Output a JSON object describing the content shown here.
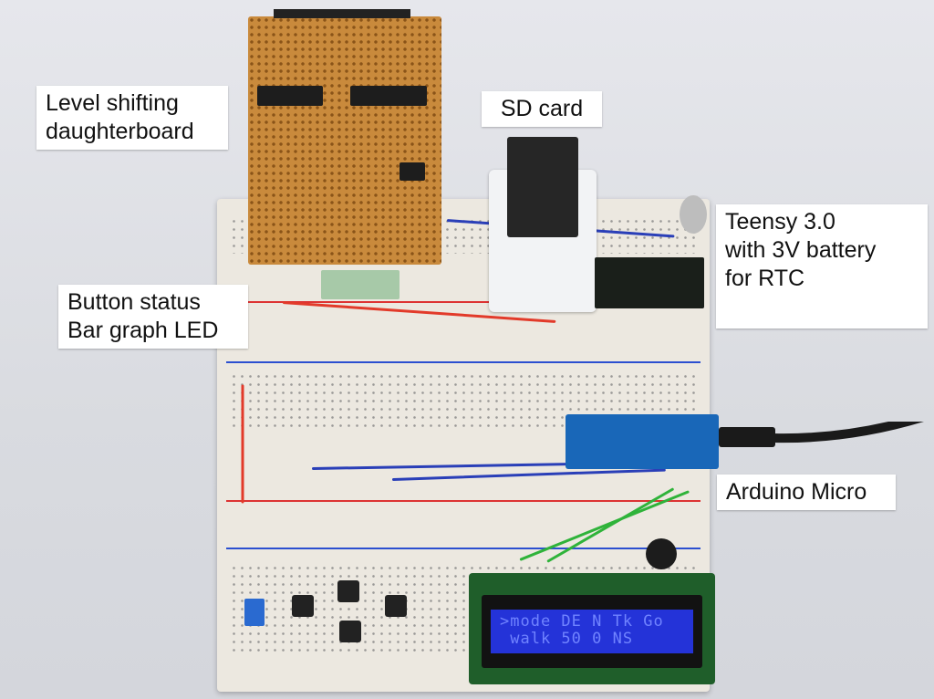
{
  "photo": {
    "subject": "Breadboard electronics prototype",
    "colors": {
      "background": "#d9dadf",
      "breadboard": "#ece8e0",
      "perfboard": "#c98a3c",
      "arduino": "#1967b8",
      "lcd_backlight": "#2433d8",
      "lcd_text": "#7083ff",
      "label_bg": "#ffffff",
      "label_text": "#111111"
    }
  },
  "labels": {
    "level_shifting": "Level shifting\ndaughterboard",
    "sd_card": "SD card",
    "teensy": "Teensy 3.0\nwith 3V battery\nfor RTC",
    "button_status": "Button status\nBar graph LED",
    "arduino_micro": "Arduino Micro"
  },
  "lcd": {
    "line1": ">mode DE N Tk Go",
    "line2": " walk 50 0 NS"
  }
}
